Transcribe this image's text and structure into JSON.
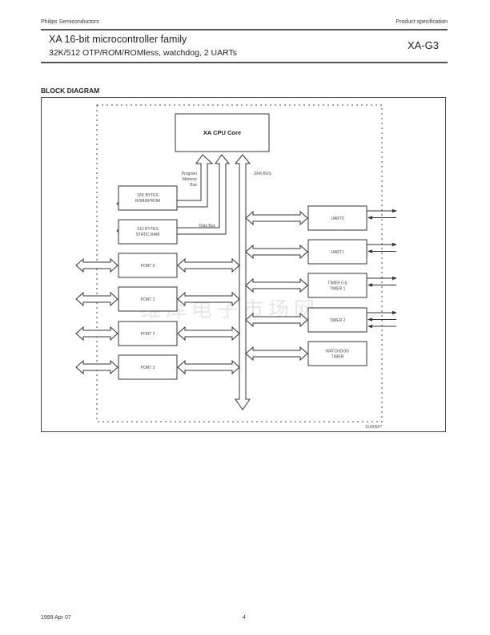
{
  "header": {
    "company": "Philips Semiconductors",
    "doc_type": "Product specification",
    "title": "XA 16-bit microcontroller family",
    "subtitle": "32K/512 OTP/ROM/ROMless, watchdog, 2 UARTs",
    "part_number": "XA-G3"
  },
  "section_title": "BLOCK DIAGRAM",
  "diagram": {
    "cpu": "XA CPU Core",
    "bus_labels": {
      "program_memory": [
        "Program",
        "Memory",
        "Bus"
      ],
      "data": "Data Bus",
      "sfr": "SFR BUS"
    },
    "memory_blocks": [
      {
        "line1": "32K BYTES",
        "line2": "ROM/EPROM"
      },
      {
        "line1": "512 BYTES",
        "line2": "STATIC RAM"
      }
    ],
    "ports": [
      "PORT 0",
      "PORT 1",
      "PORT 2",
      "PORT 3"
    ],
    "peripherals": [
      {
        "line1": "UART0",
        "line2": "",
        "outs": 1,
        "ins": 1
      },
      {
        "line1": "UART1",
        "line2": "",
        "outs": 1,
        "ins": 1
      },
      {
        "line1": "TIMER 0 &",
        "line2": "TIMER 1",
        "outs": 1,
        "ins": 1
      },
      {
        "line1": "TIMER 2",
        "line2": "",
        "outs": 1,
        "ins": 2
      },
      {
        "line1": "WATCHDOG",
        "line2": "TIMER",
        "outs": 0,
        "ins": 0
      }
    ],
    "figure_id": "SU00527",
    "watermark": "维库电子市场网"
  },
  "footer": {
    "date": "1999 Apr 07",
    "page": "4"
  }
}
